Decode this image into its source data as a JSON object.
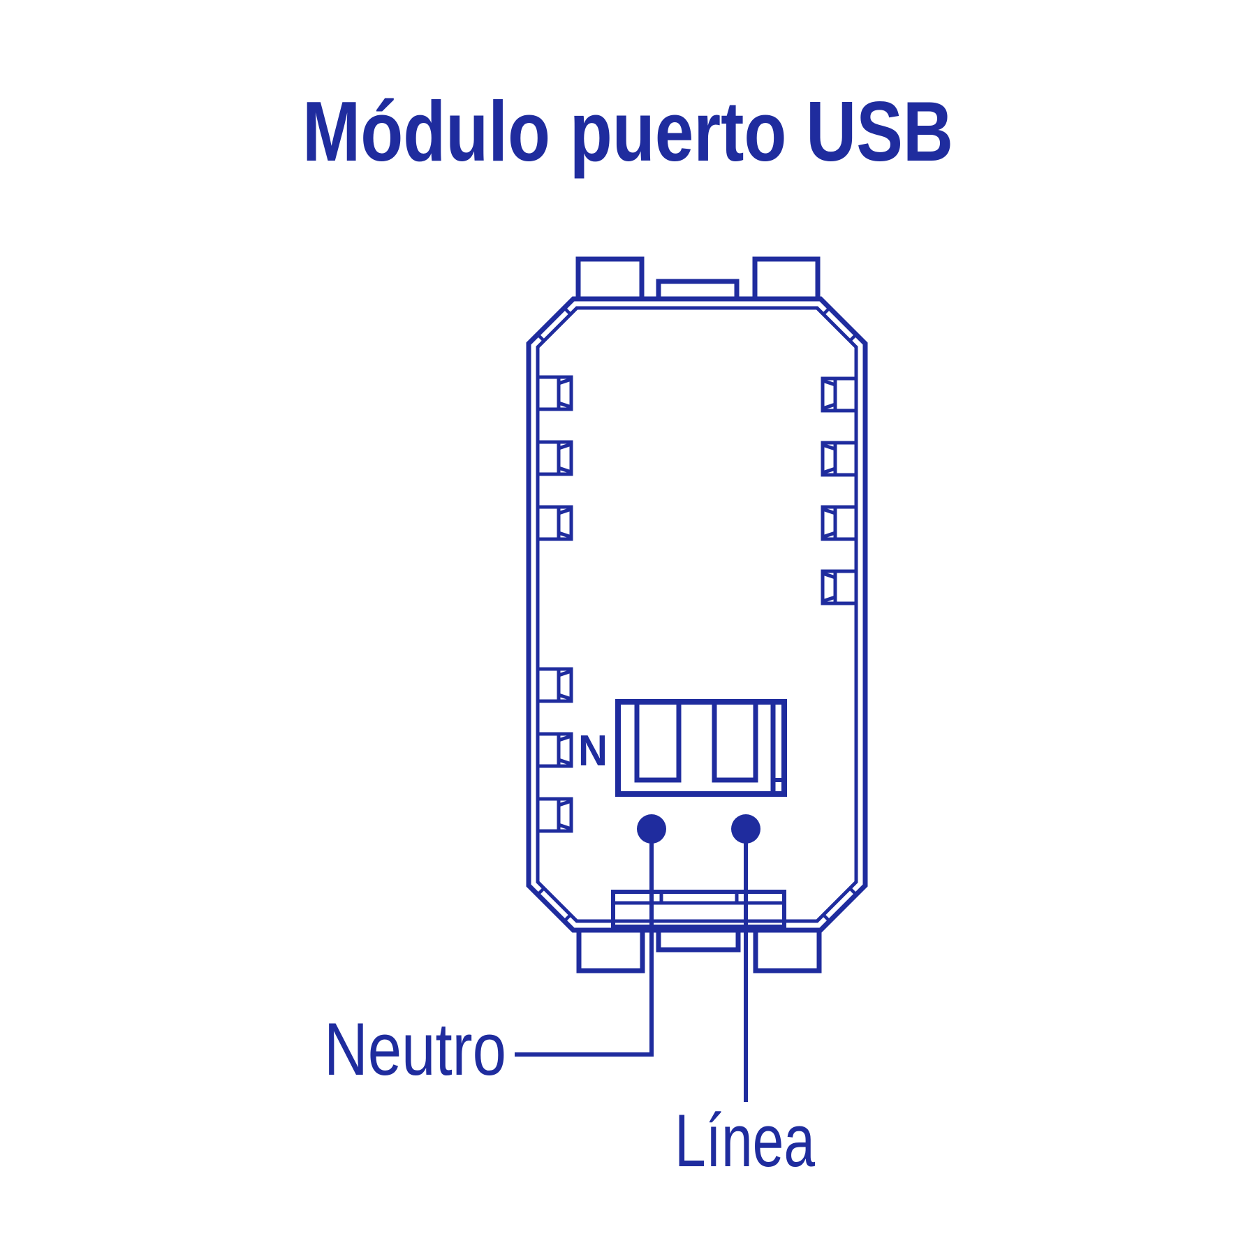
{
  "title": "Módulo puerto USB",
  "colors": {
    "ink": "#1f2c9e",
    "background": "#ffffff"
  },
  "diagram": {
    "type": "wiring-diagram",
    "subject": "USB port module rear view with terminal block",
    "terminal_label": "N",
    "labels": {
      "neutral": "Neutro",
      "line": "Línea"
    }
  }
}
